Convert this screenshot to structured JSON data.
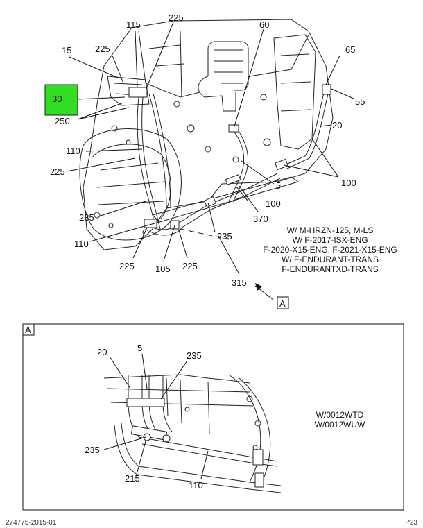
{
  "callouts": {
    "c115": "115",
    "c225_top": "225",
    "c60": "60",
    "c15": "15",
    "c225_left": "225",
    "c65": "65",
    "c30": "30",
    "c55": "55",
    "c250": "250",
    "c20": "20",
    "c110_upper": "110",
    "c225_mid": "225",
    "c5": "5",
    "c100_right": "100",
    "c100_mid": "100",
    "c370": "370",
    "c235_left": "235",
    "c235_mid": "235",
    "c110_lower": "110",
    "c225_bot1": "225",
    "c105": "105",
    "c225_bot2": "225",
    "c315": "315",
    "view_ref": "A"
  },
  "applicability": {
    "line1": "W/ M-HRZN-125, M-LS",
    "line2": "W/ F-2017-ISX-ENG",
    "line3": "F-2020-X15-ENG, F-2021-X15-ENG",
    "line4": "W/ F-ENDURANT-TRANS",
    "line5": "F-ENDURANTXD-TRANS"
  },
  "detail": {
    "label": "A",
    "c20": "20",
    "c5": "5",
    "c235_top": "235",
    "c235_left": "235",
    "c215": "215",
    "c110": "110",
    "note1": "W/0012WTD",
    "note2": "W/0012WUW"
  },
  "colors": {
    "highlight": "#33dd22",
    "line": "#111111"
  },
  "footer": {
    "left": "274775-2015-01",
    "right": "P23"
  }
}
